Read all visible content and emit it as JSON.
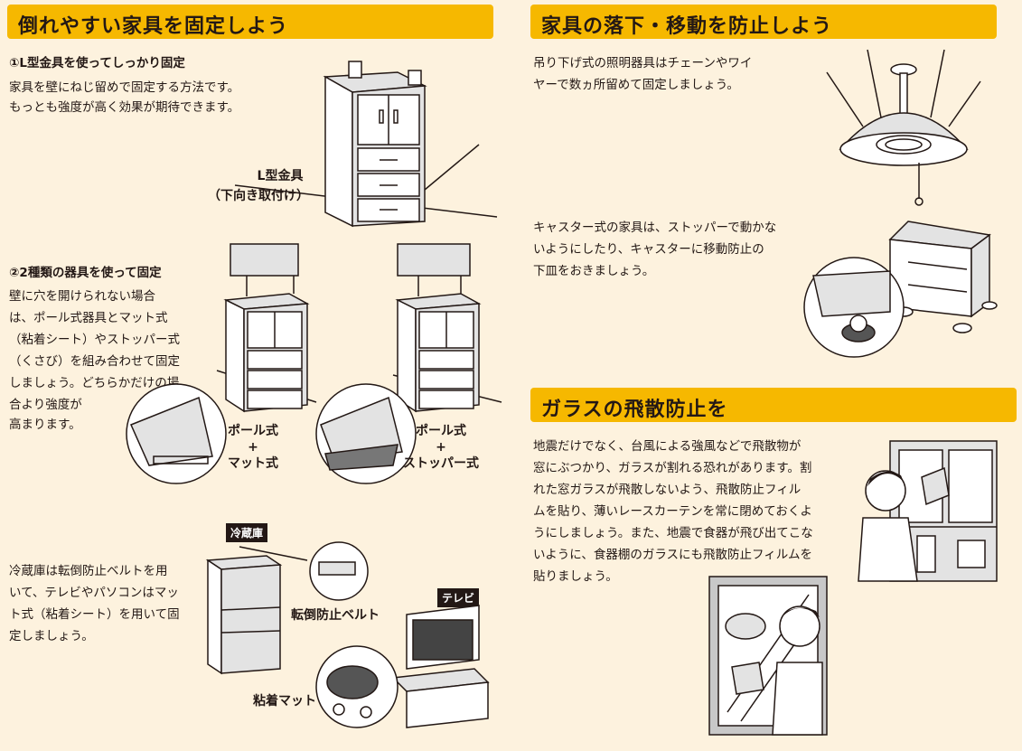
{
  "left": {
    "header": "倒れやすい家具を固定しよう",
    "item1": {
      "title": "①L型金具を使ってしっかり固定",
      "lines": [
        "家具を壁にねじ留めで固定する方法です。",
        "もっとも強度が高く効果が期待できます。"
      ],
      "label_line1": "L型金具",
      "label_line2": "（下向き取付け）"
    },
    "item2": {
      "title": "②2種類の器具を使って固定",
      "lines": [
        "壁に穴を開けられない場合",
        "は、ポール式器具とマット式",
        "（粘着シート）やストッパー式",
        "（くさび）を組み合わせて固定",
        "しましょう。どちらかだけの場",
        "合より強度が",
        "高まります。"
      ],
      "label_a": [
        "ポール式",
        "+",
        "マット式"
      ],
      "label_b": [
        "ポール式",
        "+",
        "ストッパー式"
      ]
    },
    "item3": {
      "lines": [
        "冷蔵庫は転倒防止ベルトを用",
        "いて、テレビやパソコンはマッ",
        "ト式（粘着シート）を用いて固",
        "定しましょう。"
      ],
      "tag_fridge": "冷蔵庫",
      "tag_tv": "テレビ",
      "label_belt": "転倒防止ベルト",
      "label_mat": "粘着マット"
    }
  },
  "right": {
    "header1": "家具の落下・移動を防止しよう",
    "lamp_lines": [
      "吊り下げ式の照明器具はチェーンやワイ",
      "ヤーで数ヵ所留めて固定しましょう。"
    ],
    "caster_lines": [
      "キャスター式の家具は、ストッパーで動かな",
      "いようにしたり、キャスターに移動防止の",
      "下皿をおきましょう。"
    ],
    "header2": "ガラスの飛散防止を",
    "glass_lines": [
      "地震だけでなく、台風による強風などで飛散物が",
      "窓にぶつかり、ガラスが割れる恐れがあります。割",
      "れた窓ガラスが飛散しないよう、飛散防止フィル",
      "ムを貼り、薄いレースカーテンを常に閉めておくよ",
      "うにしましょう。また、地震で食器が飛び出てこな",
      "いように、食器棚のガラスにも飛散防止フィルムを",
      "貼りましょう。"
    ]
  },
  "colors": {
    "header_bg": "#f6b800",
    "page_bg": "#fdf2de",
    "text": "#231815"
  }
}
